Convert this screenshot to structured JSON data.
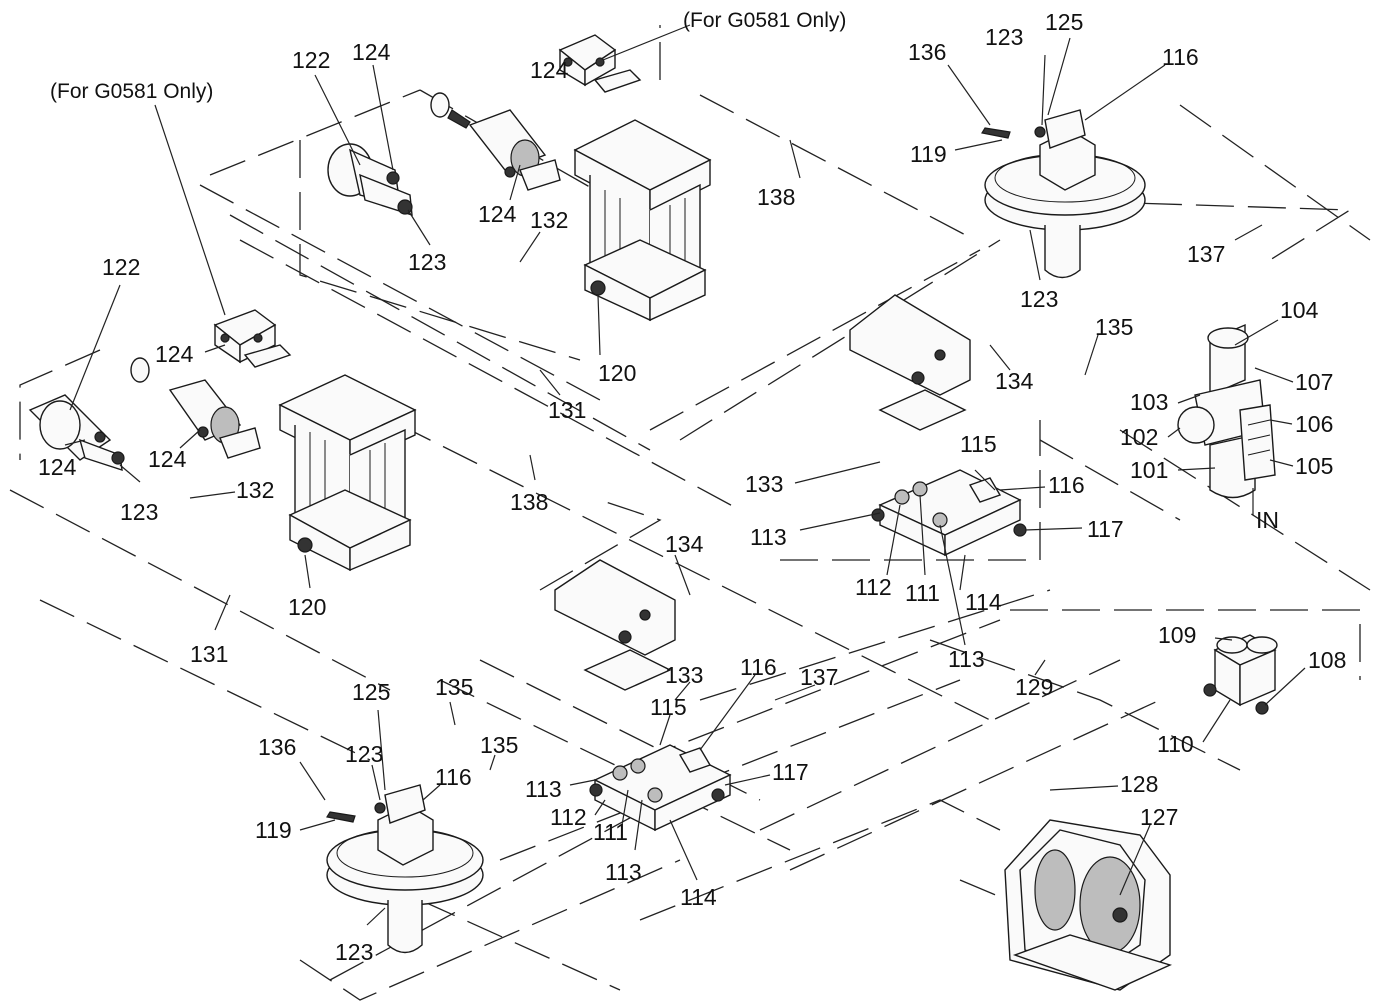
{
  "notes": {
    "for_g0581_top": "(For G0581 Only)",
    "for_g0581_left": "(For G0581 Only)",
    "inlet": "IN"
  },
  "callouts": [
    "124",
    "122",
    "124",
    "124",
    "123",
    "132",
    "138",
    "136",
    "123",
    "125",
    "116",
    "119",
    "137",
    "123",
    "122",
    "124",
    "124",
    "124",
    "123",
    "132",
    "120",
    "120",
    "131",
    "138",
    "131",
    "134",
    "135",
    "104",
    "107",
    "103",
    "106",
    "102",
    "105",
    "101",
    "115",
    "116",
    "133",
    "113",
    "117",
    "112",
    "111",
    "114",
    "113",
    "129",
    "109",
    "108",
    "110",
    "128",
    "127",
    "134",
    "133",
    "116",
    "115",
    "137",
    "125",
    "135",
    "135",
    "136",
    "123",
    "116",
    "119",
    "113",
    "117",
    "112",
    "111",
    "113",
    "114",
    "123"
  ]
}
